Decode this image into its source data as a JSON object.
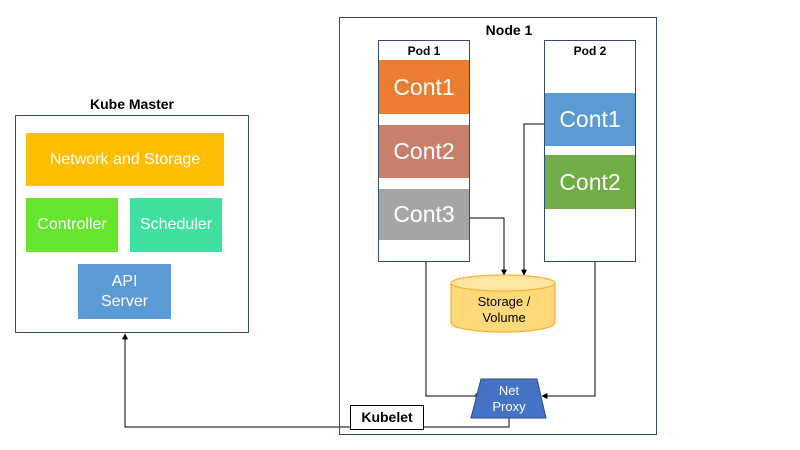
{
  "master": {
    "title": "Kube Master",
    "network_storage": "Network and Storage",
    "controller": "Controller",
    "scheduler": "Scheduler",
    "api_server_line1": "API",
    "api_server_line2": "Server"
  },
  "node": {
    "title": "Node 1",
    "pod1": {
      "title": "Pod 1",
      "containers": [
        "Cont1",
        "Cont2",
        "Cont3"
      ]
    },
    "pod2": {
      "title": "Pod 2",
      "containers": [
        "Cont1",
        "Cont2"
      ]
    },
    "storage_line1": "Storage /",
    "storage_line2": "Volume",
    "net_proxy_line1": "Net",
    "net_proxy_line2": "Proxy",
    "kubelet": "Kubelet"
  },
  "colors": {
    "frame_border": "#2f4e7a",
    "network_storage": "#ffbf00",
    "controller": "#66e52e",
    "scheduler": "#3fe09e",
    "api_server": "#5b9bd5",
    "cont_orange": "#ed7d31",
    "cont_salmon": "#c8806d",
    "cont_gray": "#a5a5a5",
    "cont_blue": "#5b9bd5",
    "cont_green": "#70ad47",
    "storage_fill": "#ffd97a",
    "storage_stroke": "#f2b233",
    "net_proxy": "#4472c4"
  }
}
